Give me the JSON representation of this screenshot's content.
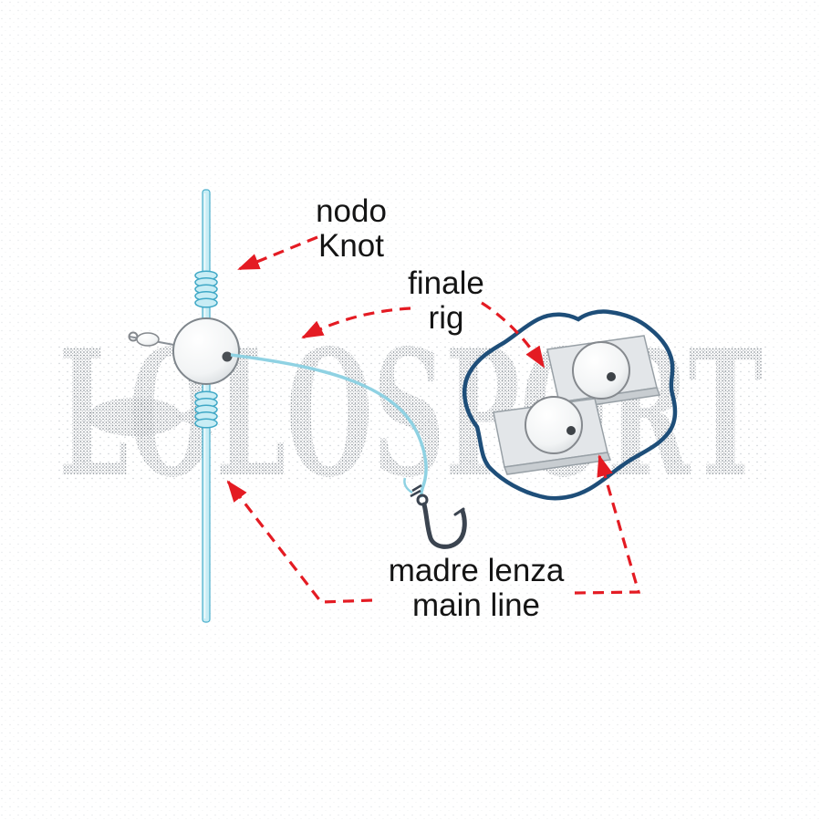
{
  "labels": {
    "knot": {
      "line1": "nodo",
      "line2": "Knot"
    },
    "rig": {
      "line1": "finale",
      "line2": "rig"
    },
    "main_line": {
      "line1": "madre lenza",
      "line2": "main line"
    }
  },
  "watermark": {
    "text": "LOLOSPORT"
  },
  "colors": {
    "line_fill": "#C8EDF5",
    "line_stroke": "#49AECB",
    "arrow_red": "#E41B23",
    "package_outline": "#1E4E79",
    "hook_gray": "#3B4450",
    "label_text": "#141414",
    "watermark_gray": "#8A9097"
  }
}
